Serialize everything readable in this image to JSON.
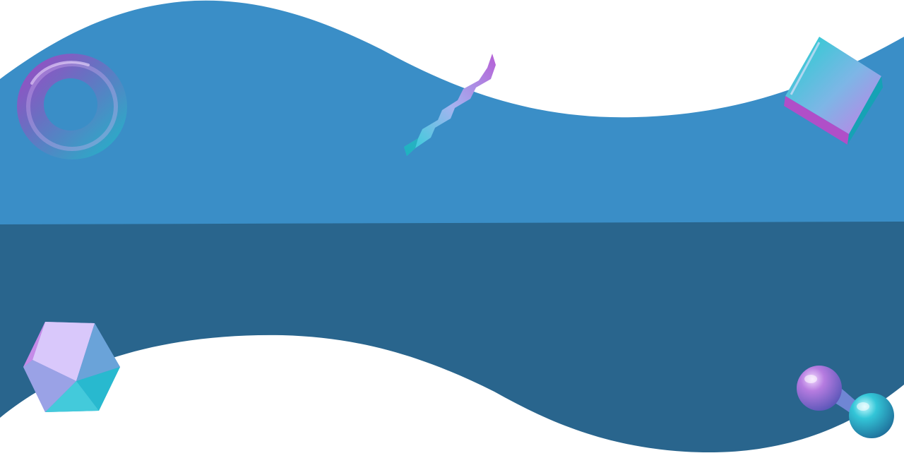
{
  "colors": {
    "background": "#ffffff",
    "upper_wave": "#3a8ec7",
    "lower_wave": "#29658d",
    "gradient_purple": "#b07ce0",
    "gradient_teal": "#22c3d2"
  },
  "shapes": [
    {
      "name": "torus-shape",
      "icon": "ring"
    },
    {
      "name": "zigzag-ribbon-shape",
      "icon": "zigzag"
    },
    {
      "name": "cube-shape",
      "icon": "cube"
    },
    {
      "name": "icosahedron-shape",
      "icon": "polyhedron"
    },
    {
      "name": "dumbbell-spheres-shape",
      "icon": "dumbbell"
    }
  ]
}
